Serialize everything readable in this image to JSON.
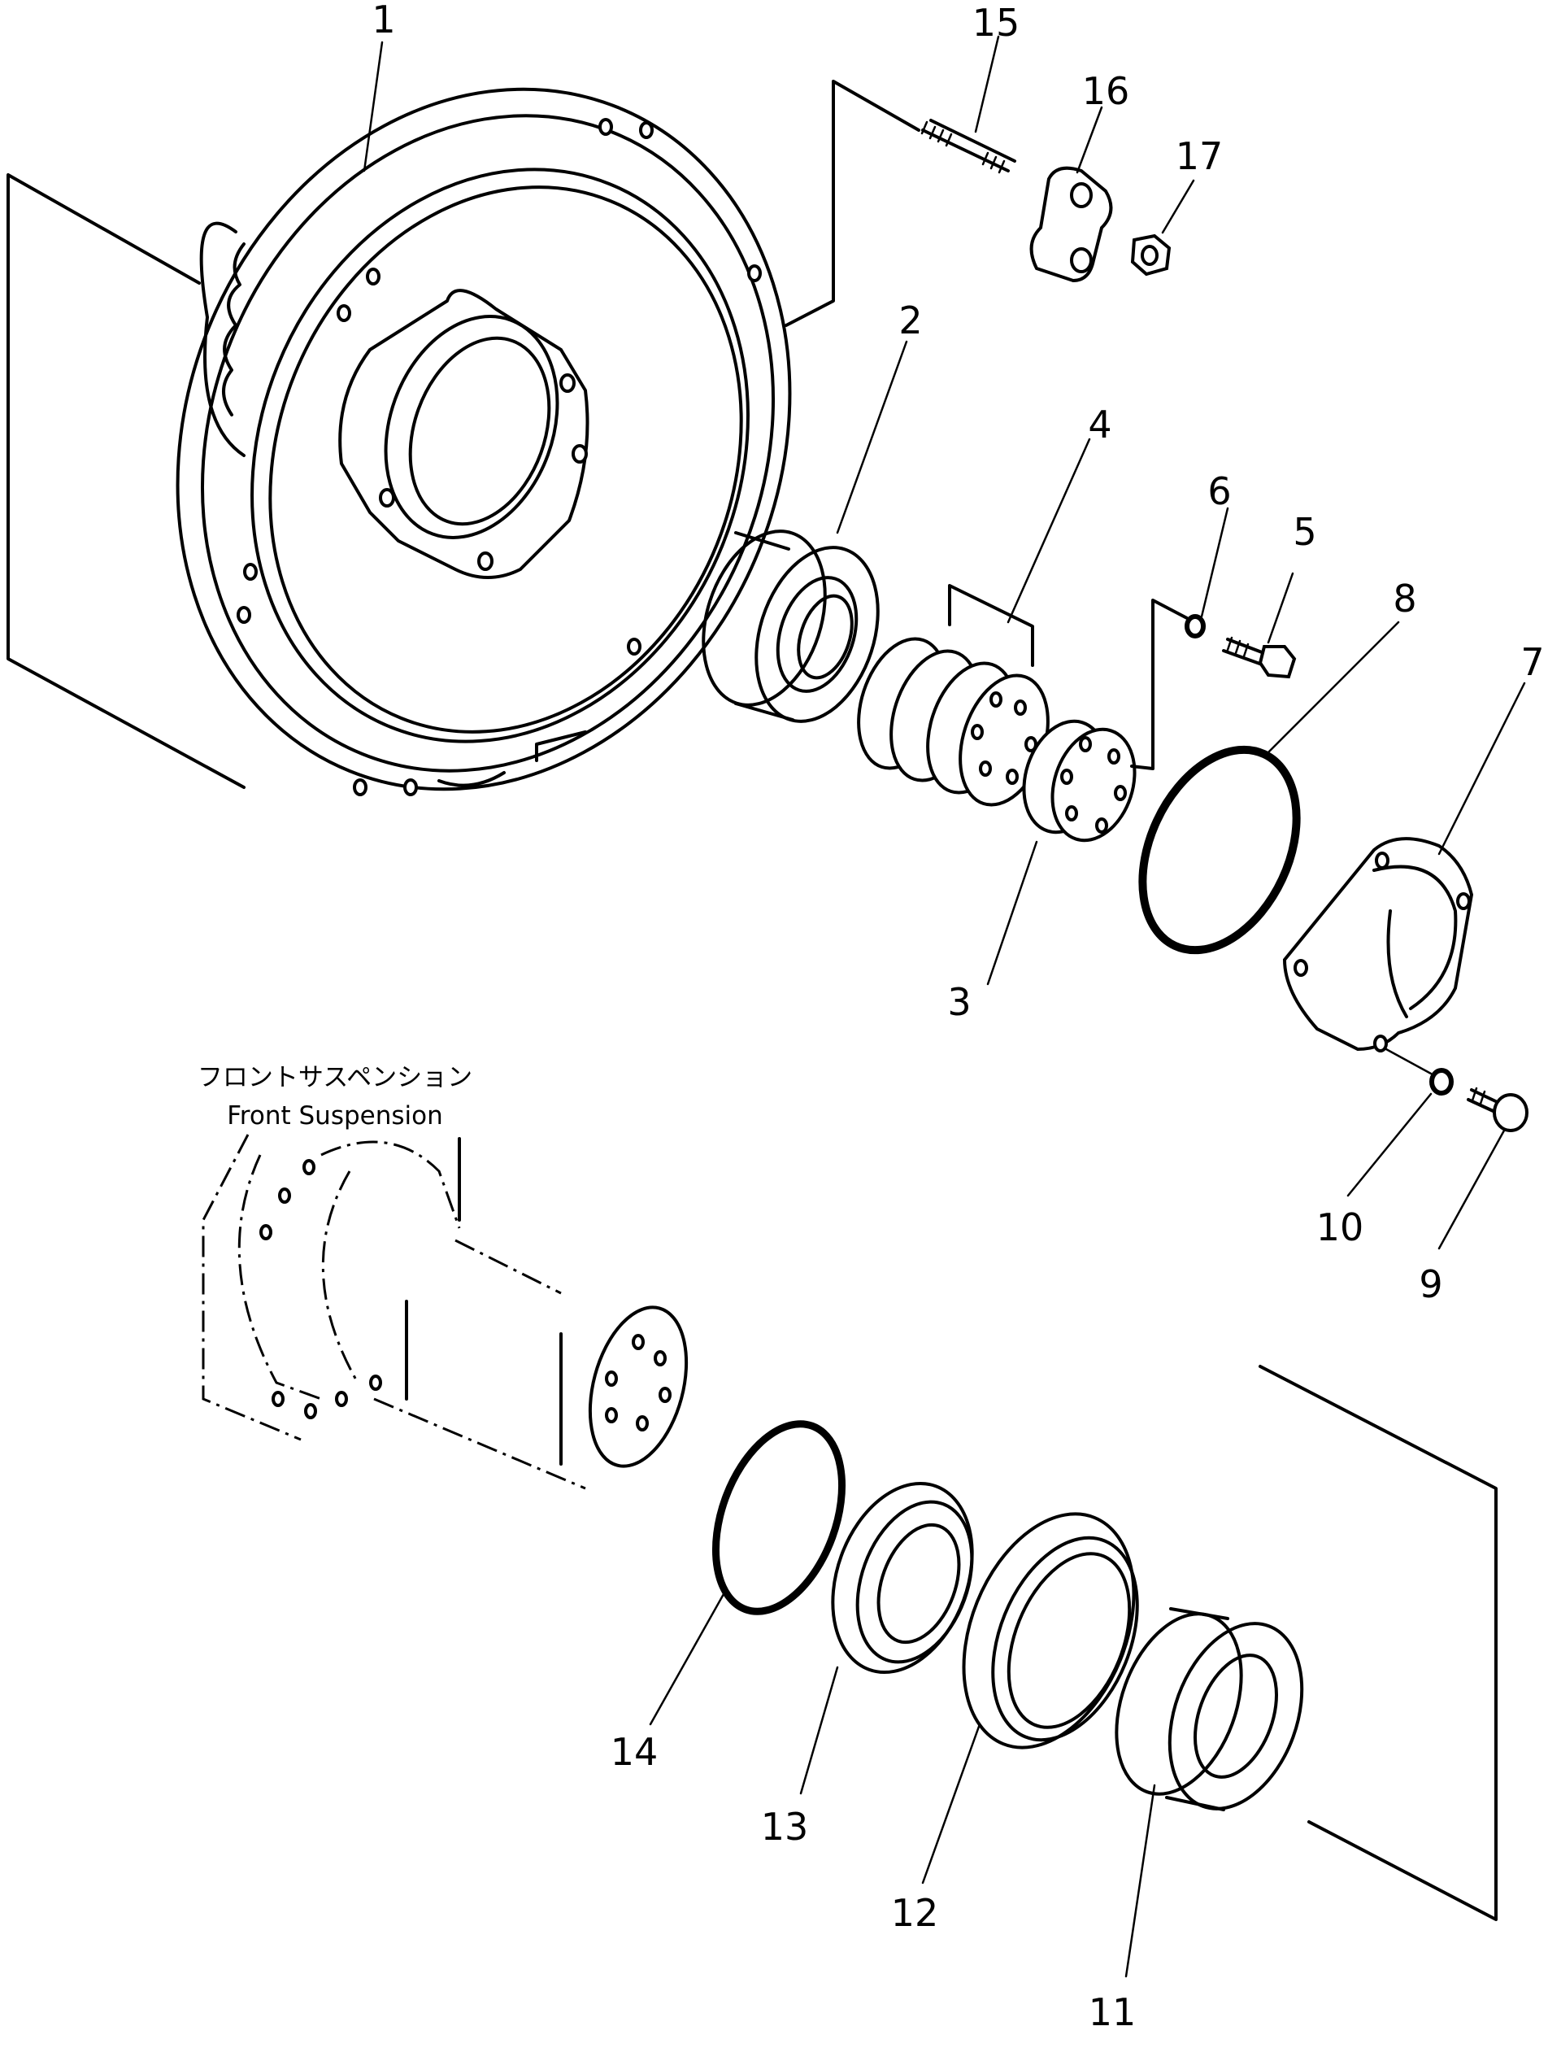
{
  "labels": {
    "l1": "1",
    "l2": "2",
    "l3": "3",
    "l4": "4",
    "l5": "5",
    "l6": "6",
    "l7": "7",
    "l8": "8",
    "l9": "9",
    "l10": "10",
    "l11": "11",
    "l12": "12",
    "l13": "13",
    "l14": "14",
    "l15": "15",
    "l16": "16",
    "l17": "17"
  },
  "caption": {
    "jp": "フロントサスペンション",
    "en": "Front Suspension"
  }
}
